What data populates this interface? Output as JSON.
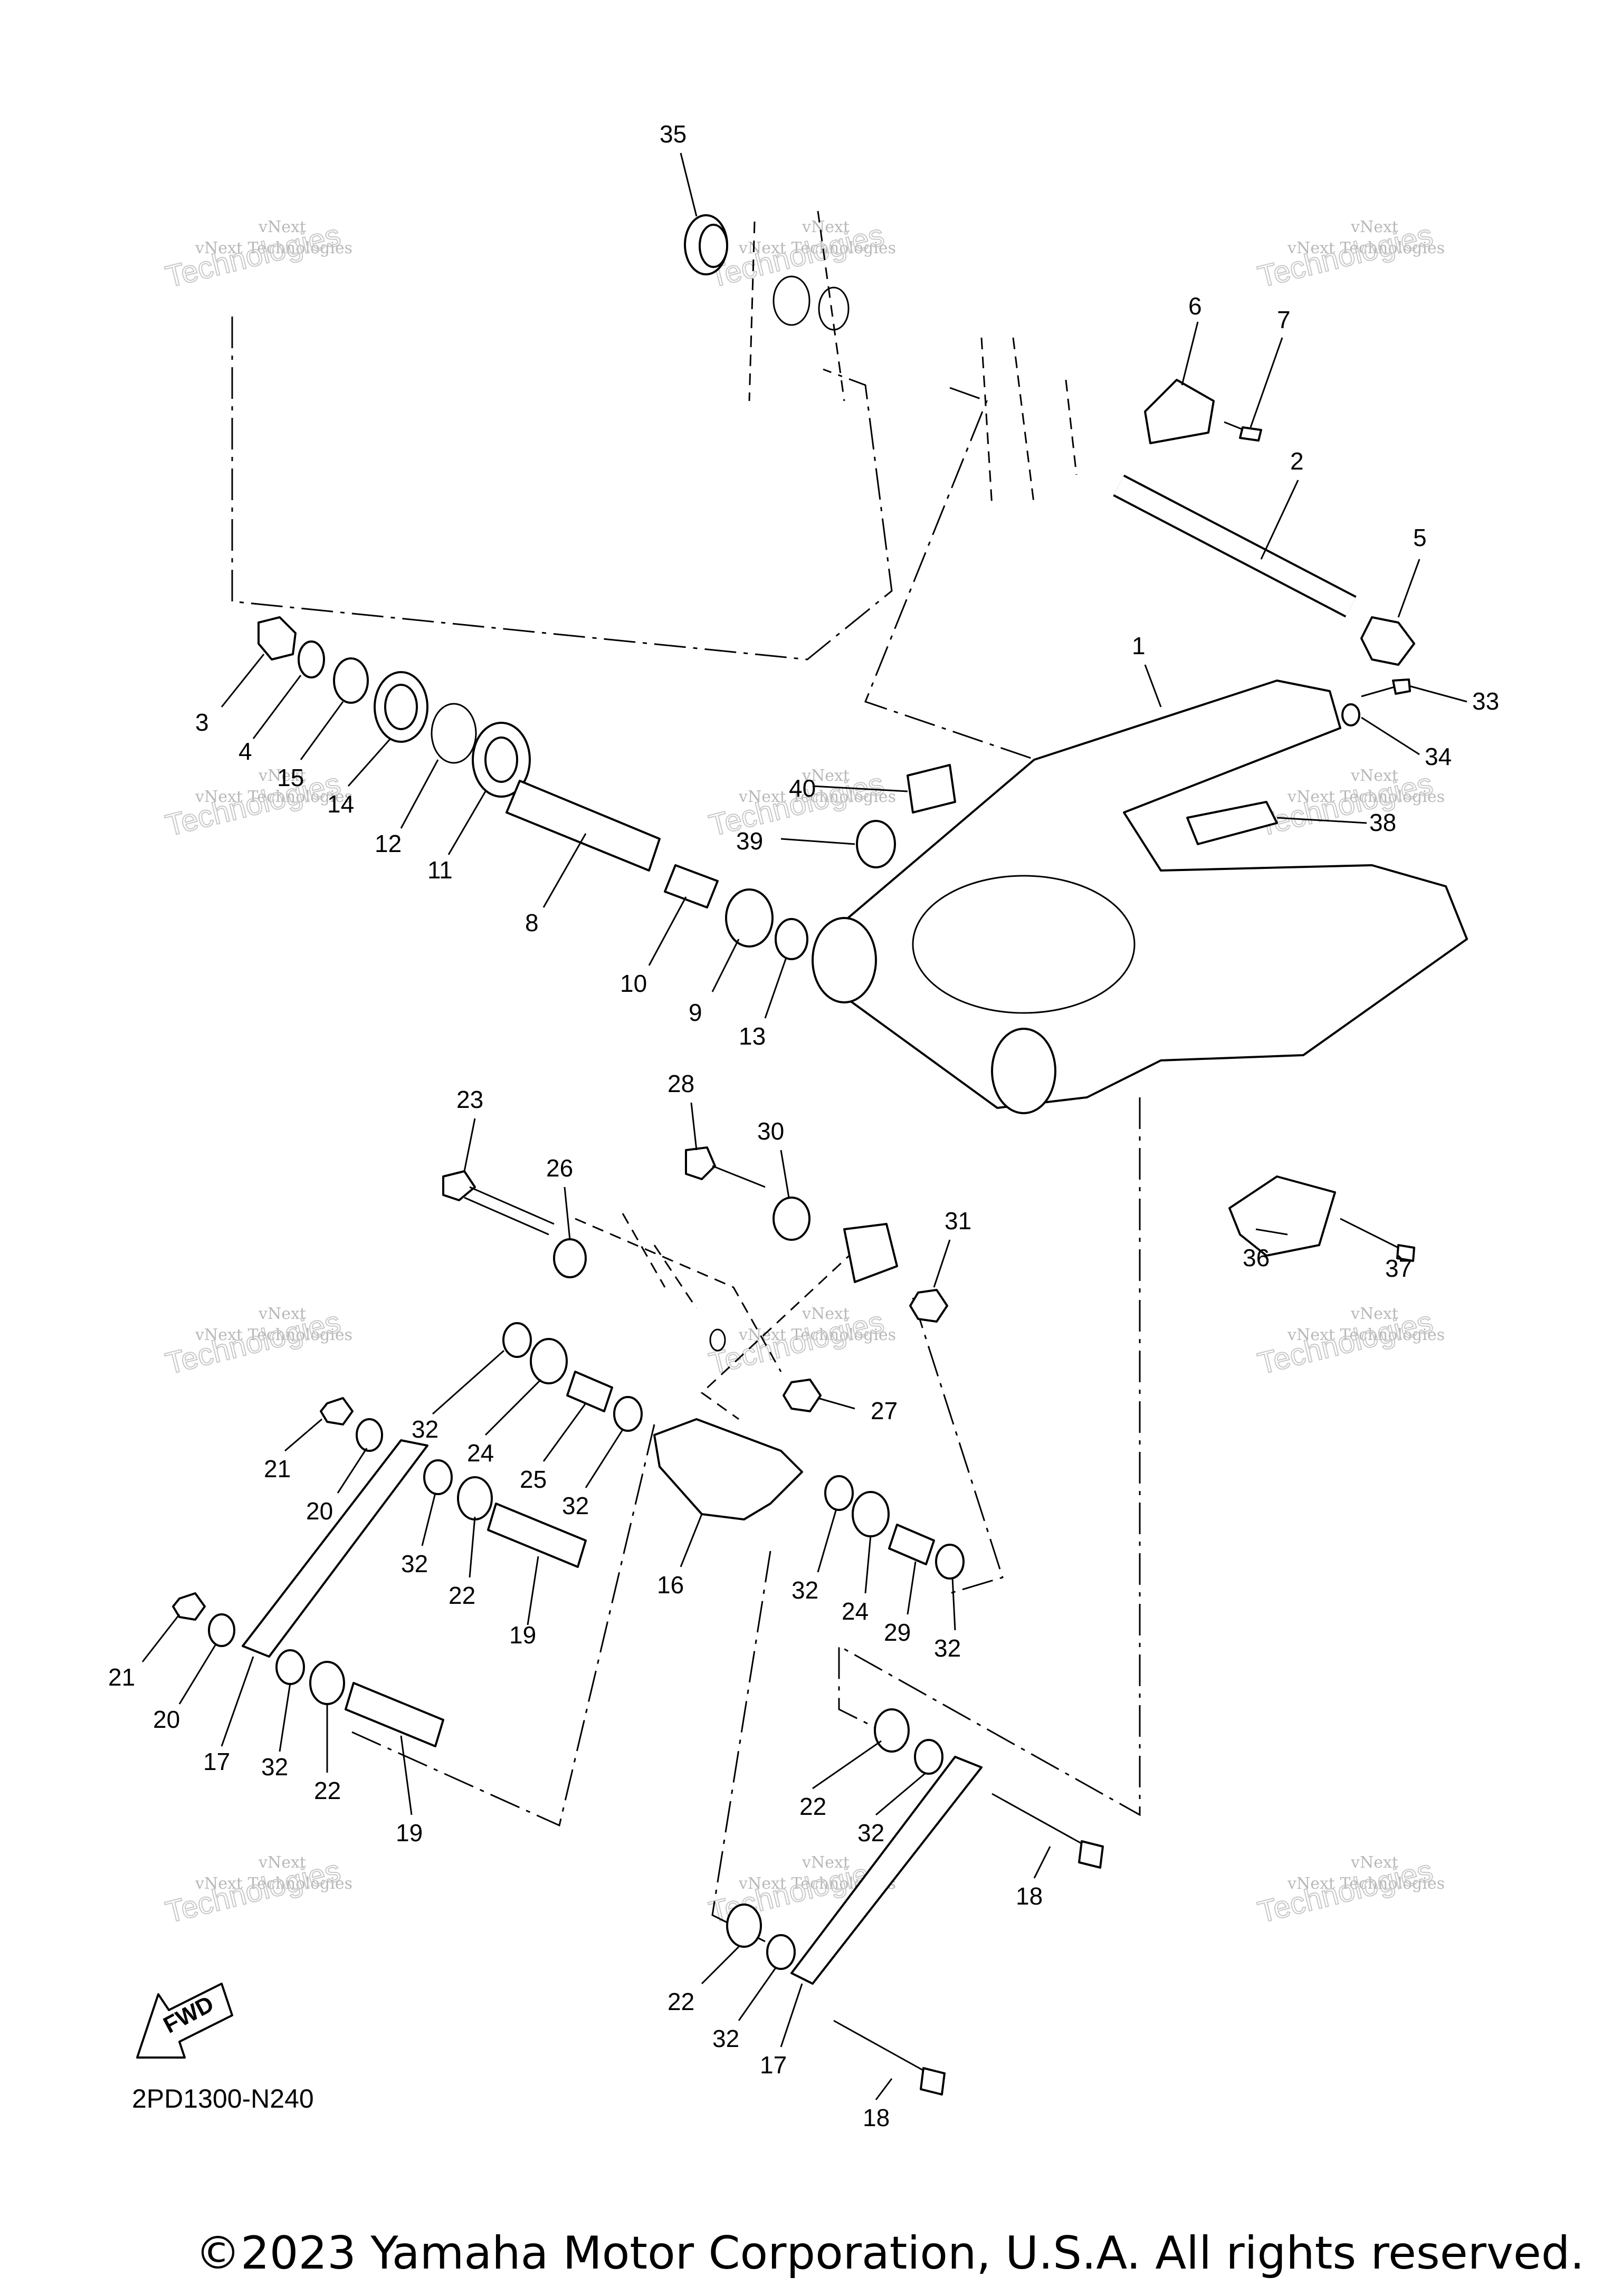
{
  "diagram": {
    "code": "2PD1300-N240",
    "fwd_label": "FWD",
    "copyright": "©2023 Yamaha Motor Corporation, U.S.A. All rights reserved.",
    "watermark_line1": "vNext",
    "watermark_line2": "vNext Technologies",
    "watermark_big": "Technologies",
    "callouts": [
      {
        "label": "1"
      },
      {
        "label": "2"
      },
      {
        "label": "3"
      },
      {
        "label": "4"
      },
      {
        "label": "5"
      },
      {
        "label": "6"
      },
      {
        "label": "7"
      },
      {
        "label": "8"
      },
      {
        "label": "9"
      },
      {
        "label": "10"
      },
      {
        "label": "11"
      },
      {
        "label": "12"
      },
      {
        "label": "13"
      },
      {
        "label": "14"
      },
      {
        "label": "15"
      },
      {
        "label": "16"
      },
      {
        "label": "17"
      },
      {
        "label": "17"
      },
      {
        "label": "18"
      },
      {
        "label": "18"
      },
      {
        "label": "19"
      },
      {
        "label": "19"
      },
      {
        "label": "20"
      },
      {
        "label": "20"
      },
      {
        "label": "21"
      },
      {
        "label": "21"
      },
      {
        "label": "22"
      },
      {
        "label": "22"
      },
      {
        "label": "22"
      },
      {
        "label": "22"
      },
      {
        "label": "23"
      },
      {
        "label": "24"
      },
      {
        "label": "24"
      },
      {
        "label": "25"
      },
      {
        "label": "26"
      },
      {
        "label": "27"
      },
      {
        "label": "28"
      },
      {
        "label": "29"
      },
      {
        "label": "30"
      },
      {
        "label": "31"
      },
      {
        "label": "32"
      },
      {
        "label": "32"
      },
      {
        "label": "32"
      },
      {
        "label": "32"
      },
      {
        "label": "32"
      },
      {
        "label": "32"
      },
      {
        "label": "32"
      },
      {
        "label": "32"
      },
      {
        "label": "33"
      },
      {
        "label": "34"
      },
      {
        "label": "35"
      },
      {
        "label": "36"
      },
      {
        "label": "37"
      },
      {
        "label": "38"
      },
      {
        "label": "39"
      },
      {
        "label": "40"
      }
    ]
  }
}
